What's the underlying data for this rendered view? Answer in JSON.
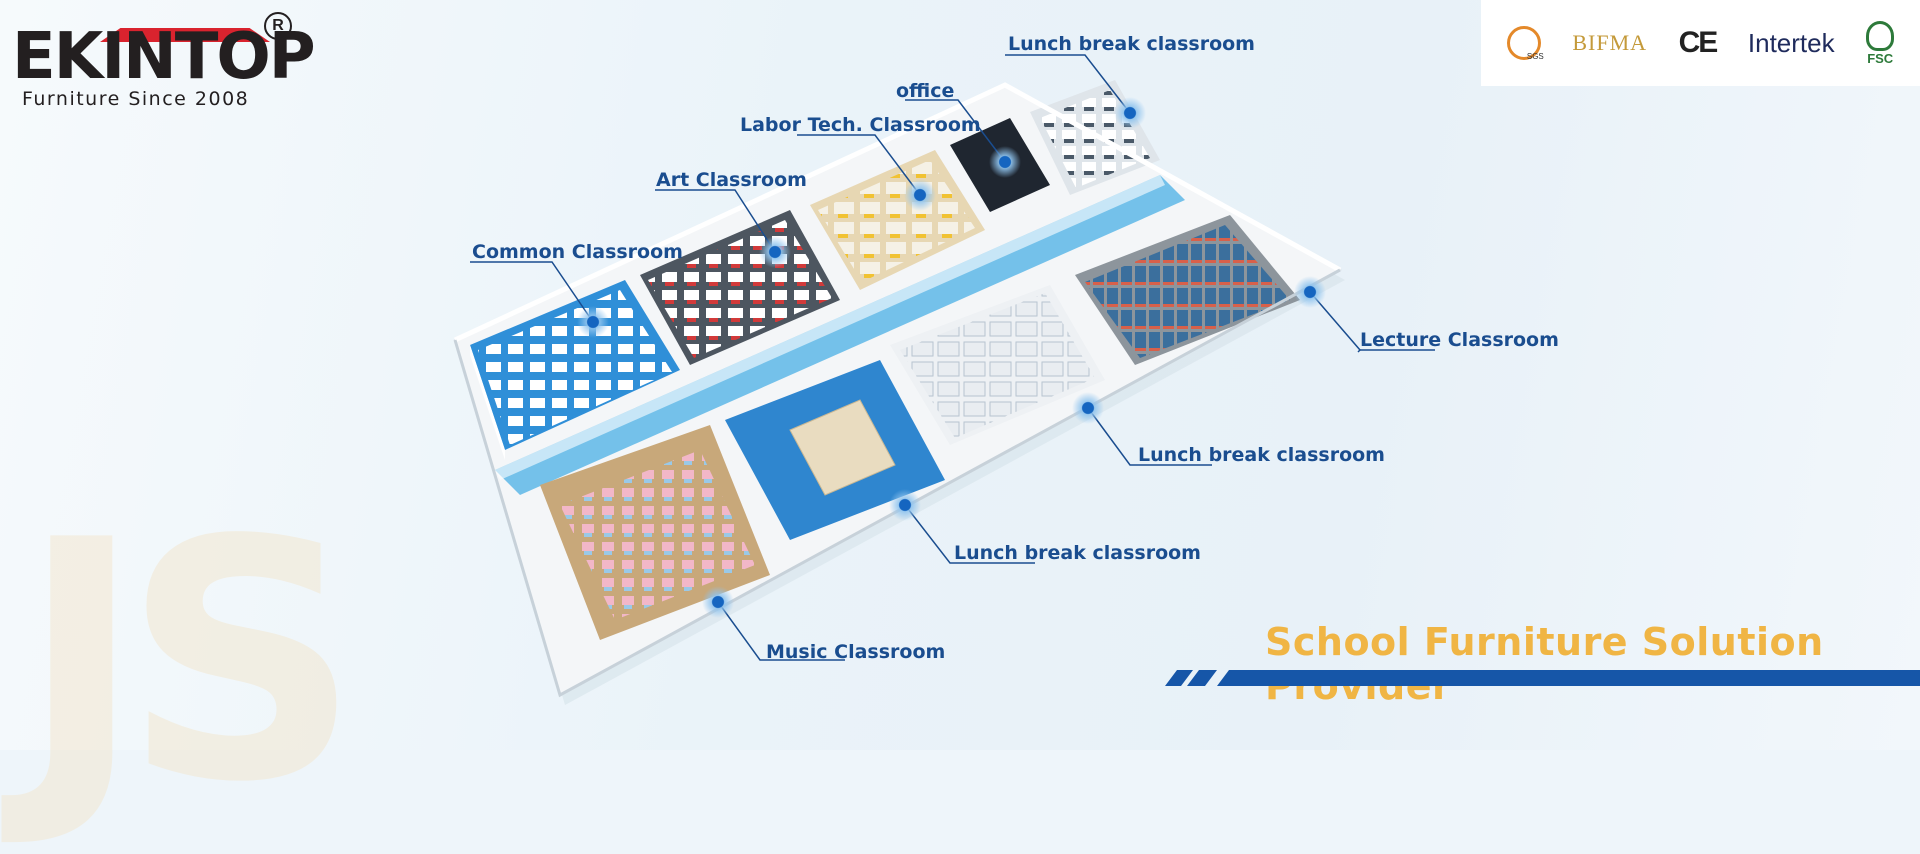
{
  "brand": {
    "wordmark": "EKINTOP",
    "registered": "R",
    "tagline": "Furniture Since 2008"
  },
  "certifications": [
    {
      "name": "SGS",
      "icon": "sgs-badge-icon"
    },
    {
      "name": "BIFMA",
      "icon": "bifma-logo-icon"
    },
    {
      "name": "CE",
      "icon": "ce-mark-icon"
    },
    {
      "name": "Intertek",
      "icon": "intertek-logo-icon"
    },
    {
      "name": "FSC",
      "icon": "fsc-tree-icon"
    }
  ],
  "rooms": {
    "lunch_top": "Lunch break classroom",
    "office": "office",
    "labor_tech": "Labor Tech. Classroom",
    "art": "Art Classroom",
    "common": "Common Classroom",
    "lecture": "Lecture Classroom",
    "lunch_middle": "Lunch break classroom",
    "lunch_bottom": "Lunch break classroom",
    "music": "Music Classroom"
  },
  "headline": "School Furniture Solution Provider",
  "colors": {
    "label_blue": "#1a4d8f",
    "headline_gold": "#f0b544",
    "stripe_blue": "#1656a8",
    "brand_red": "#d9232e"
  }
}
